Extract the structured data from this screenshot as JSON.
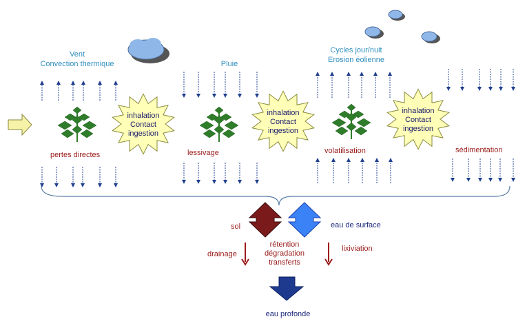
{
  "labels": {
    "vent": "Vent",
    "convection": "Convection thermique",
    "pluie": "Pluie",
    "cycles": "Cycles jour/nuit",
    "erosion": "Erosion éolienne",
    "pertes_directes": "pertes directes",
    "lessivage": "lessivage",
    "volatilisation": "volatilisation",
    "sedimentation": "sédimentation",
    "sol": "sol",
    "eau_surface": "eau de surface",
    "drainage": "drainage",
    "lixiviation": "lixiviation",
    "retention": "rétention",
    "degradation": "dégradation",
    "transferts": "transferts",
    "eau_profonde": "eau profonde"
  },
  "bursts": [
    {
      "line1": "inhalation",
      "line2": "Contact",
      "line3": "ingestion"
    },
    {
      "line1": "inhalation",
      "line2": "Contact",
      "line3": "ingestion"
    },
    {
      "line1": "inhalation",
      "line2": "Contact",
      "line3": "ingestion"
    }
  ],
  "colors": {
    "blue_text": "#2f8fbf",
    "red_text": "#9b1b1b",
    "arrow_blue": "#1f3f8f",
    "burst_fill": "#ffffb8",
    "burst_stroke": "#8a8a3a",
    "plant": "#2f7d2a",
    "cloud": "#8fb8e8",
    "sol_arrow": "#7a1a1a",
    "surface_arrow": "#3b82f6",
    "deep_arrow": "#1e3a8f",
    "brace": "#5b7fa6",
    "input_arrow": "#f6f3a8"
  },
  "icons": [
    "cloud-icon",
    "plant-icon",
    "burst-icon",
    "input-arrow-icon"
  ]
}
